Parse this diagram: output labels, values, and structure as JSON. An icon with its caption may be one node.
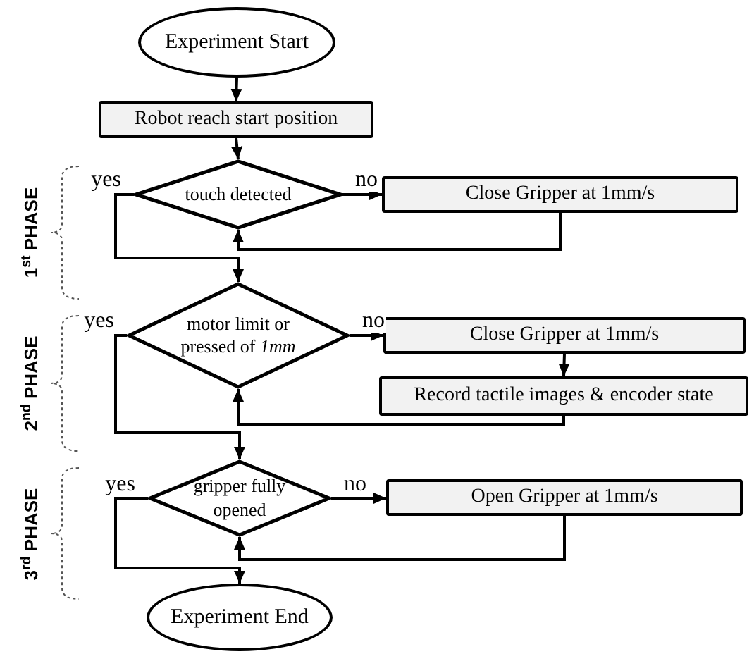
{
  "diagram": {
    "nodes": [
      {
        "text": [
          "Experiment Start"
        ]
      },
      {
        "text": [
          "Robot reach start position"
        ]
      },
      {
        "text": [
          "touch detected"
        ]
      },
      {
        "text": [
          "Close Gripper at 1mm/s"
        ]
      },
      {
        "text": [
          "motor limit or pressed of *1mm*"
        ]
      },
      {
        "text": [
          "Close Gripper at 1mm/s"
        ]
      },
      {
        "text": [
          "Record tactile images & encoder state"
        ]
      },
      {
        "text": [
          "gripper fully opened"
        ]
      },
      {
        "text": [
          "Open Gripper at 1mm/s"
        ]
      },
      {
        "text": [
          "Experiment End"
        ]
      }
    ],
    "edges": [
      {
        "from": 0,
        "to": 1,
        "arrow": "to"
      },
      {
        "from": 1,
        "to": 2,
        "arrow": "to"
      },
      {
        "from": 2,
        "to": 3,
        "arrow": "to",
        "label": "no"
      },
      {
        "from": 3,
        "to": 2,
        "arrow": "to"
      },
      {
        "from": 2,
        "to": 4,
        "arrow": "to",
        "label": "yes"
      },
      {
        "from": 4,
        "to": 5,
        "arrow": "to",
        "label": "no"
      },
      {
        "from": 5,
        "to": 6,
        "arrow": "to"
      },
      {
        "from": 6,
        "to": 4,
        "arrow": "to"
      },
      {
        "from": 4,
        "to": 7,
        "arrow": "to",
        "label": "yes"
      },
      {
        "from": 7,
        "to": 8,
        "arrow": "to",
        "label": "no"
      },
      {
        "from": 8,
        "to": 7,
        "arrow": "to"
      },
      {
        "from": 7,
        "to": 9,
        "arrow": "to",
        "label": "yes"
      }
    ],
    "labels": [
      "1$^{st}$ PHASE",
      "2$^{nd}$ PHASE",
      "3$^{rd}$ PHASE"
    ]
  }
}
